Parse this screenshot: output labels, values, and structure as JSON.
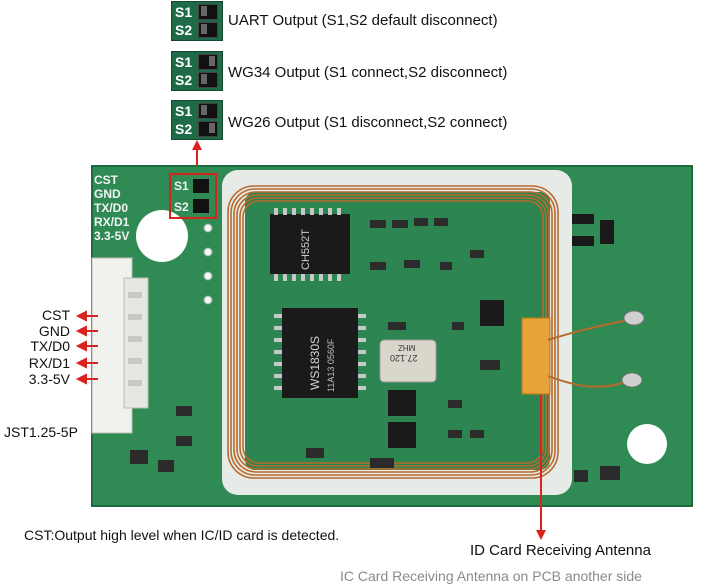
{
  "switch_options": [
    {
      "s1": "S1",
      "s2": "S2",
      "text": "UART Output (S1,S2 default disconnect)"
    },
    {
      "s1": "S1",
      "s2": "S2",
      "text": "WG34 Output (S1 connect,S2 disconnect)"
    },
    {
      "s1": "S1",
      "s2": "S2",
      "text": "WG26 Output (S1 disconnect,S2 connect)"
    }
  ],
  "board_silk": {
    "pins": [
      "CST",
      "GND",
      "TX/D0",
      "RX/D1",
      "3.3-5V"
    ],
    "s1": "S1",
    "s2": "S2"
  },
  "pin_labels": [
    "CST",
    "GND",
    "TX/D0",
    "RX/D1",
    "3.3-5V"
  ],
  "connector_label": "JST1.25-5P",
  "chips": {
    "top_chip": "CH552T",
    "main_chip_line1": "WS1830S",
    "main_chip_line2": "11A13 0560F",
    "crystal_line1": "27.120",
    "crystal_line2": "MHZ"
  },
  "captions": {
    "cst_note": "CST:Output high level when IC/ID card is detected.",
    "id_antenna": "ID Card Receiving Antenna",
    "ic_antenna": "IC Card Receiving Antenna on PCB another side"
  },
  "colors": {
    "pcb": "#2f8a53",
    "pcb_dark": "#1f6b47",
    "arrow": "#d8231f",
    "copper": "#b86a2c"
  }
}
